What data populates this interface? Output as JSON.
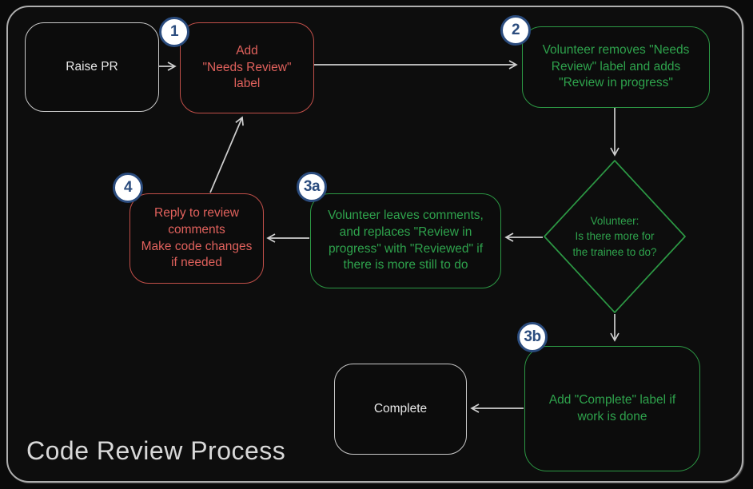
{
  "title": "Code Review Process",
  "nodes": {
    "raise_pr": {
      "label": "Raise PR"
    },
    "step1": {
      "badge": "1",
      "label": "Add\n\"Needs Review\"\nlabel"
    },
    "step2": {
      "badge": "2",
      "label": "Volunteer removes \"Needs\nReview\" label and adds\n\"Review in progress\""
    },
    "decision": {
      "label": "Volunteer:\nIs there more for\nthe trainee to do?"
    },
    "step3a": {
      "badge": "3a",
      "label": "Volunteer leaves comments,\nand replaces \"Review in\nprogress\" with \"Reviewed\" if\nthere is more still to do"
    },
    "step3b": {
      "badge": "3b",
      "label": "Add \"Complete\" label if\nwork is done"
    },
    "step4": {
      "badge": "4",
      "label": "Reply to review\ncomments\nMake code changes\nif needed"
    },
    "complete": {
      "label": "Complete"
    }
  },
  "colors": {
    "red_node": "#e0615c",
    "red_border": "#c14f49",
    "green_node": "#2ea24c",
    "green_border": "#2c9844",
    "neutral_node": "#e8e8e8",
    "badge_blue": "#2b4c7e",
    "badge_fill": "#ffffff",
    "arrow": "#cfcfcf",
    "frame_border": "#aeaeae",
    "title_text": "#d8d8d8",
    "background": "#0a0a0a"
  }
}
